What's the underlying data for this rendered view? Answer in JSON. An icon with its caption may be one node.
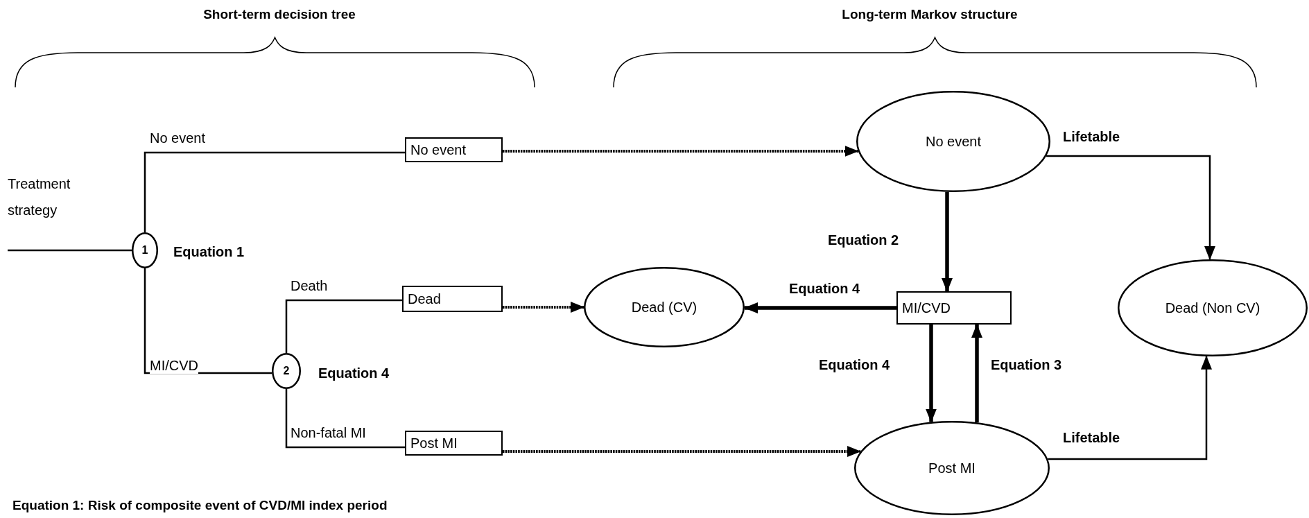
{
  "diagram": {
    "nodes": [
      {
        "text": [
          "Treatment strategy"
        ]
      },
      {
        "text": [
          "1"
        ],
        "beside": [
          "Equation 1"
        ]
      },
      {
        "text": [
          "No event"
        ]
      },
      {
        "text": [
          "2"
        ],
        "beside": [
          "Equation 4"
        ]
      },
      {
        "text": [
          "Dead"
        ]
      },
      {
        "text": [
          "Post MI"
        ]
      },
      {
        "text": [
          "No event"
        ]
      },
      {
        "text": [
          "Dead (CV)"
        ]
      },
      {
        "text": [
          "MI/CVD"
        ]
      },
      {
        "text": [
          "Dead (Non CV)"
        ]
      },
      {
        "text": [
          "Post MI"
        ]
      }
    ],
    "edges": [
      {
        "from": 0,
        "to": 1,
        "arrow": "none"
      },
      {
        "from": 1,
        "to": 2,
        "arrow": "none",
        "label": "No event"
      },
      {
        "from": 1,
        "to": 3,
        "arrow": "none",
        "label": "MI/CVD"
      },
      {
        "from": 3,
        "to": 4,
        "arrow": "none",
        "label": "Death"
      },
      {
        "from": 3,
        "to": 5,
        "arrow": "none",
        "label": "Non-fatal MI"
      },
      {
        "from": 2,
        "to": 6,
        "arrow": "to",
        "style": "dashed"
      },
      {
        "from": 4,
        "to": 7,
        "arrow": "to",
        "style": "dashed"
      },
      {
        "from": 5,
        "to": 10,
        "arrow": "to",
        "style": "dashed"
      },
      {
        "from": 6,
        "to": 8,
        "arrow": "to",
        "style": "thick",
        "label": "Equation 2"
      },
      {
        "from": 8,
        "to": 7,
        "arrow": "to",
        "style": "thick",
        "label": "Equation 4"
      },
      {
        "from": 8,
        "to": 10,
        "arrow": "to",
        "style": "thick",
        "label": "Equation 4"
      },
      {
        "from": 10,
        "to": 8,
        "arrow": "to",
        "style": "thick",
        "label": "Equation 3"
      },
      {
        "from": 6,
        "to": 9,
        "arrow": "to",
        "label": "Lifetable"
      },
      {
        "from": 10,
        "to": 9,
        "arrow": "to",
        "label": "Lifetable"
      }
    ],
    "labels": [
      "Short-term decision tree",
      "Long-term Markov structure",
      "Equation 1: Risk of composite event of CVD/MI index period"
    ]
  }
}
